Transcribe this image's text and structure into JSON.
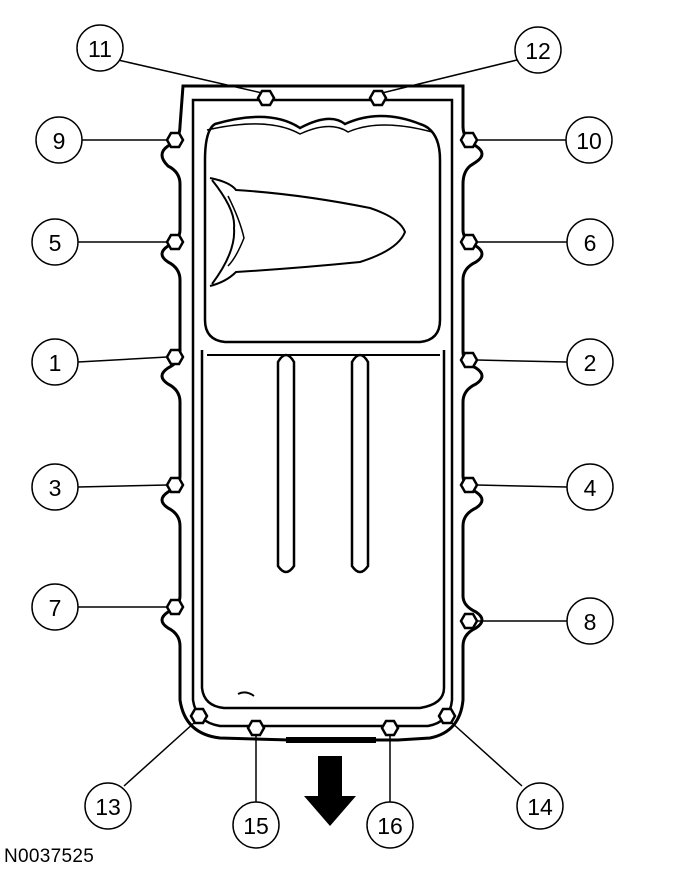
{
  "diagram": {
    "reference_id": "N0037525",
    "callouts": [
      "1",
      "2",
      "3",
      "4",
      "5",
      "6",
      "7",
      "8",
      "9",
      "10",
      "11",
      "12",
      "13",
      "14",
      "15",
      "16"
    ]
  },
  "colors": {
    "line": "#000000",
    "background": "#ffffff"
  }
}
